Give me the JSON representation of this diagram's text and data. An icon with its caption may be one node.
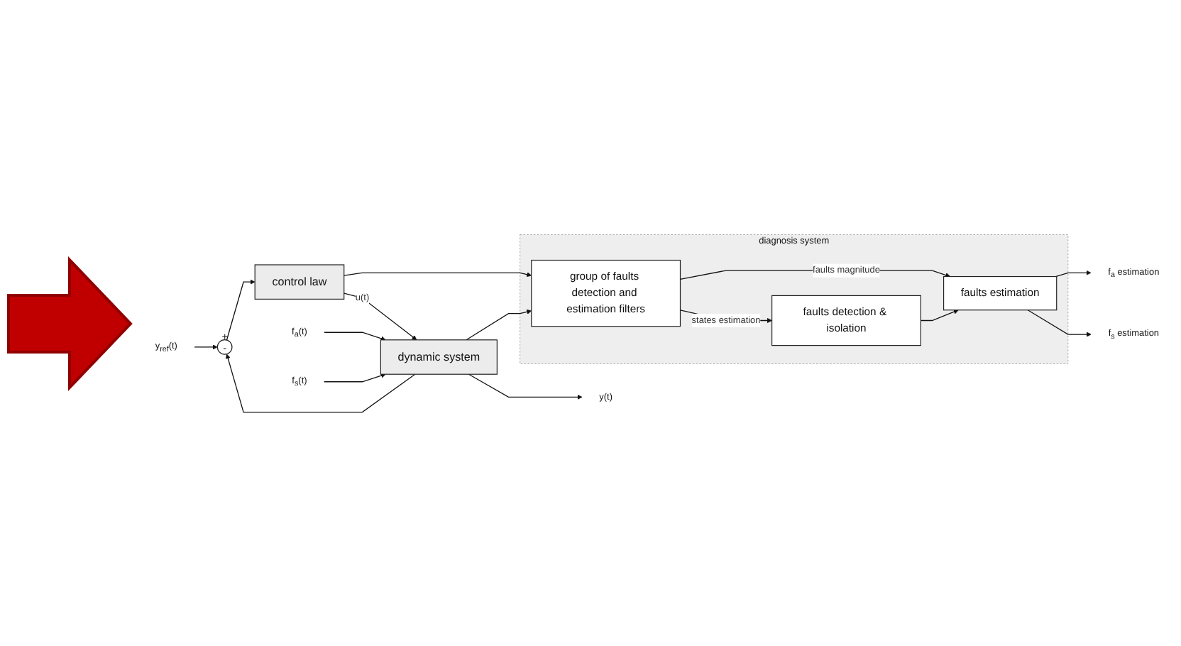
{
  "diagram": {
    "nodes": [
      {
        "text": [
          "y$_{ref}$(t)"
        ]
      },
      {
        "text": [
          "+",
          "-"
        ]
      },
      {
        "text": [
          "control law"
        ]
      },
      {
        "text": [
          "f$_{a}$(t)"
        ]
      },
      {
        "text": [
          "f$_{s}$(t)"
        ]
      },
      {
        "text": [
          "dynamic system"
        ]
      },
      {
        "text": [
          "y(t)"
        ]
      },
      {
        "text": [
          "diagnosis system"
        ]
      },
      {
        "text": [
          "group of faults detection and estimation filters"
        ],
        "in": 7
      },
      {
        "text": [
          "faults detection & isolation"
        ],
        "in": 7
      },
      {
        "text": [
          "faults estimation"
        ],
        "in": 7
      },
      {
        "text": [
          "f$_{a}$ estimation"
        ]
      },
      {
        "text": [
          "f$_{s}$ estimation"
        ]
      }
    ],
    "edges": [
      {
        "from": 0,
        "to": 1,
        "arrow": "to"
      },
      {
        "from": 5,
        "to": 1,
        "arrow": "to"
      },
      {
        "from": 1,
        "to": 2,
        "arrow": "to"
      },
      {
        "from": 2,
        "to": 5,
        "label": "u(t)",
        "arrow": "to"
      },
      {
        "from": 3,
        "to": 5,
        "arrow": "to"
      },
      {
        "from": 4,
        "to": 5,
        "arrow": "to"
      },
      {
        "from": 5,
        "to": 6,
        "arrow": "to"
      },
      {
        "from": 2,
        "to": 8,
        "arrow": "to"
      },
      {
        "from": 5,
        "to": 8,
        "arrow": "to"
      },
      {
        "from": 8,
        "to": 9,
        "label": "states estimation",
        "arrow": "to"
      },
      {
        "from": 8,
        "to": 10,
        "label": "faults magnitude",
        "arrow": "to"
      },
      {
        "from": 9,
        "to": 10,
        "arrow": "to"
      },
      {
        "from": 10,
        "to": 11,
        "arrow": "to"
      },
      {
        "from": 10,
        "to": 12,
        "arrow": "to"
      }
    ]
  }
}
